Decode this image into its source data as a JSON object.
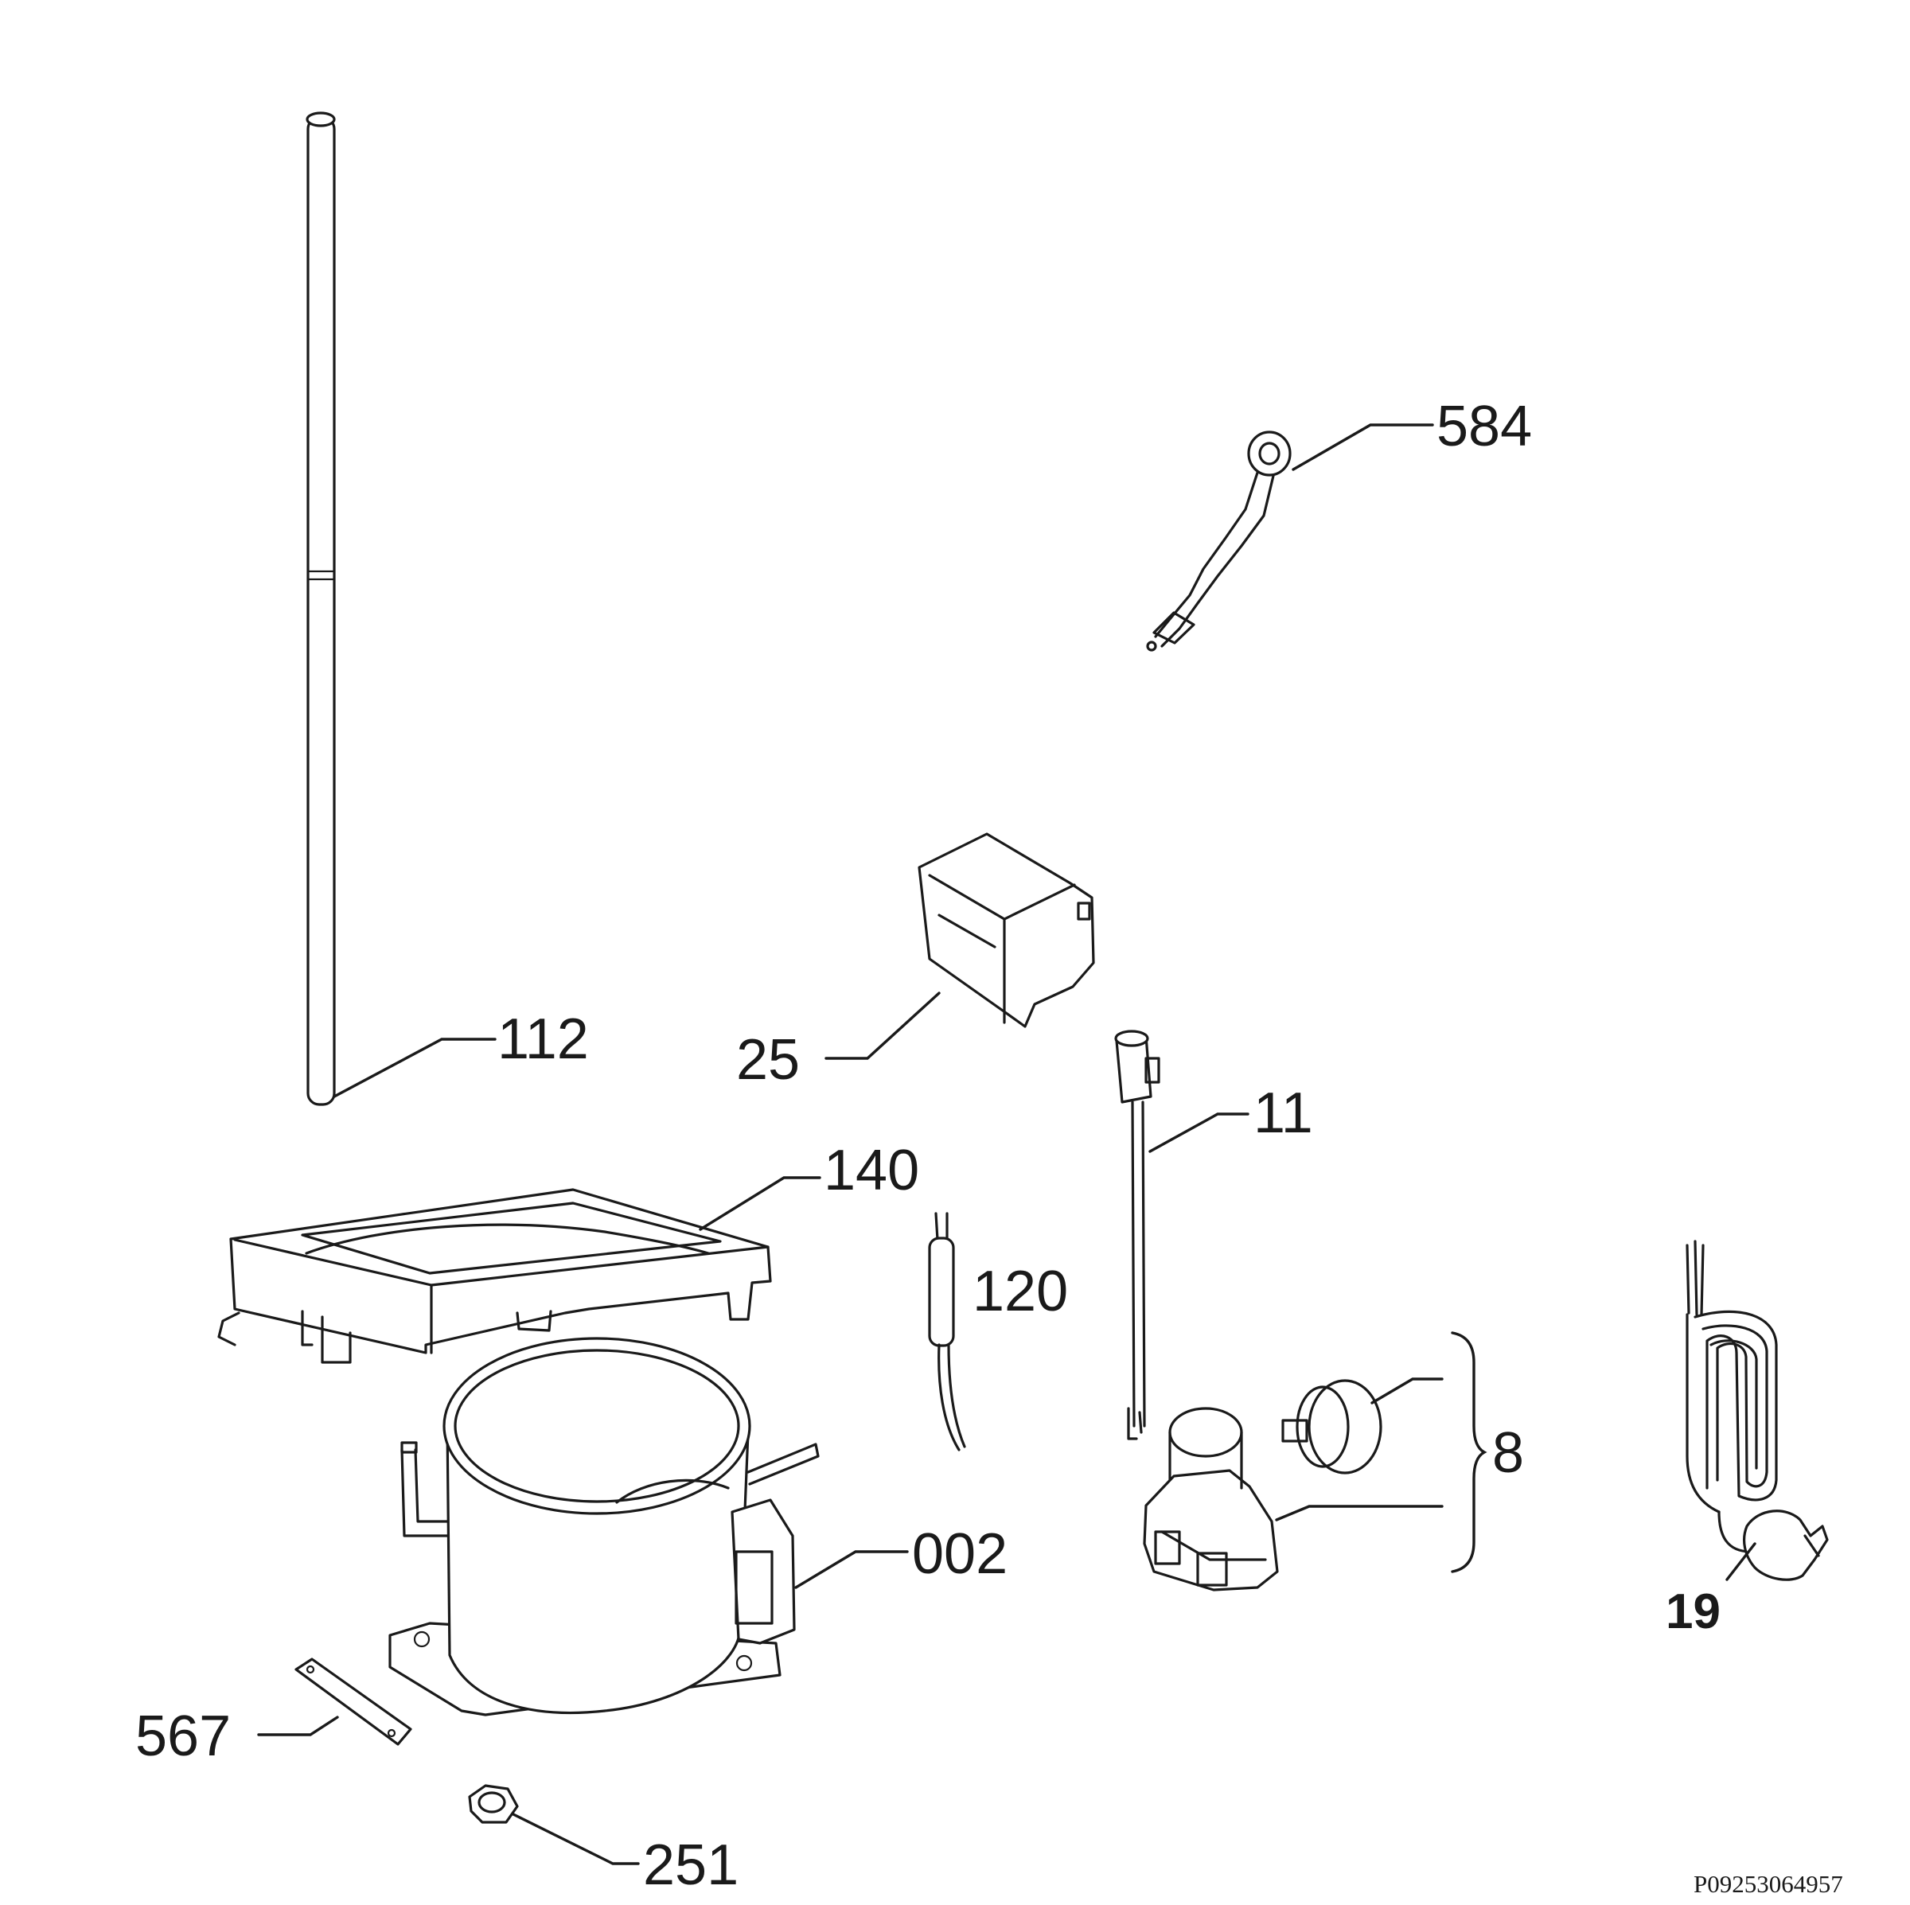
{
  "callouts": {
    "tube": "112",
    "base_frame": "140",
    "relay_cover": "25",
    "cable_harness": "11",
    "capacitor": "120",
    "start_relay_group": "8",
    "compressor": "002",
    "mounting_plate": "567",
    "grommet": "251",
    "earth_wire": "584",
    "power_cord": "19"
  },
  "doc_id": "P09253064957"
}
